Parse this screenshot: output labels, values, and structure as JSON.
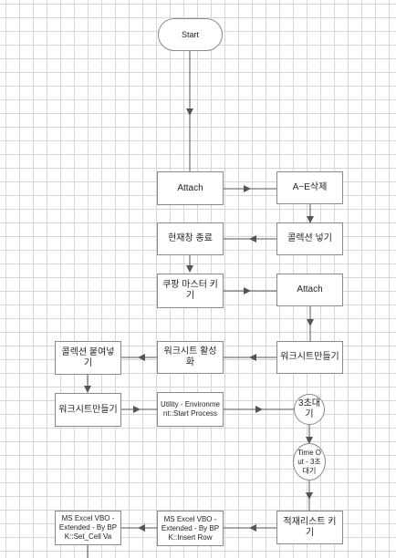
{
  "nodes": {
    "start": "Start",
    "attach1": "Attach",
    "delete_ae": "A~E삭제",
    "collection_put": "콜렉션 넣기",
    "close_current": "현재창 종료",
    "coupang_master": "쿠팡 마스터 키기",
    "attach2": "Attach",
    "make_sheet1": "워크시트만들기",
    "activate_sheet": "워크시트 활성화",
    "collection_paste": "콜렉션 붙여넣기",
    "make_sheet2": "워크시트만들기",
    "utility_start": "Utility - Environment::Start Process",
    "wait3": "3초대기",
    "timeout3": "Time Out - 3초대기",
    "load_list": "적재리스트 키기",
    "excel_insert_row": "MS Excel VBO - Extended - By BPK::Insert Row",
    "excel_set_cell": "MS Excel VBO - Extended - By BPK::Set_Cell Va"
  },
  "colors": {
    "grid": "#d6d6d6",
    "line": "#555555",
    "node_border": "#8a8a8a"
  }
}
